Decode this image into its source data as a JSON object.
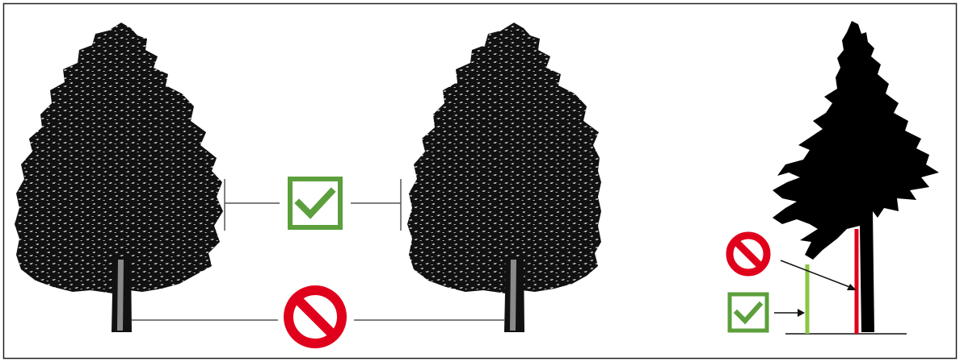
{
  "diagram": {
    "panels": [
      {
        "name": "crown-spacing",
        "trees": [
          "left-tree",
          "right-tree"
        ],
        "crown_gap_marker": {
          "icon": "check-icon",
          "meaning": "correct"
        },
        "trunk_gap_marker": {
          "icon": "prohibited-icon",
          "meaning": "incorrect"
        }
      },
      {
        "name": "height-measurement",
        "trees": [
          "conifer-silhouette"
        ],
        "green_line_marker": {
          "icon": "check-icon",
          "meaning": "correct"
        },
        "red_line_marker": {
          "icon": "prohibited-icon",
          "meaning": "incorrect"
        }
      }
    ]
  },
  "colors": {
    "border": "#222222",
    "tree": "#111111",
    "trunk_light": "#8a8a8a",
    "check_border": "#5c9f3c",
    "check_mark": "#5c9f3c",
    "prohibited": "#e0001b",
    "green_line": "#8dc63f",
    "red_line": "#e0001b",
    "measure_line": "#555555"
  }
}
